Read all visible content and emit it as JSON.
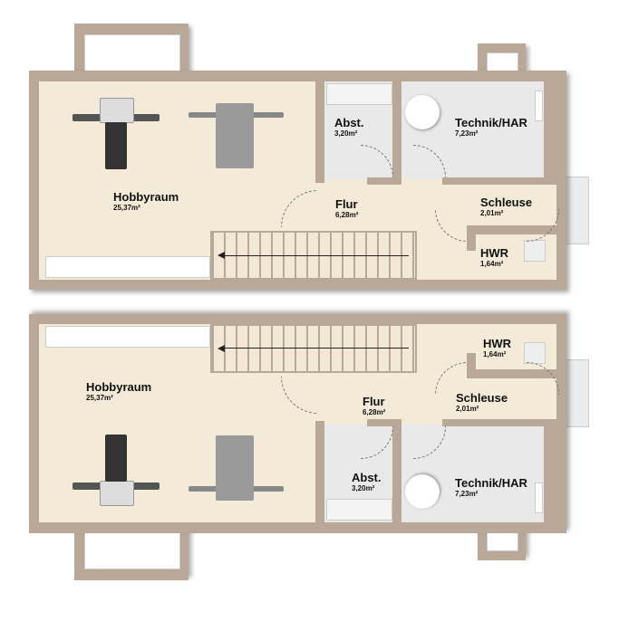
{
  "plans": [
    {
      "rooms": {
        "hobby": {
          "name": "Hobbyraum",
          "area": "25,37m²"
        },
        "flur": {
          "name": "Flur",
          "area": "6,28m²"
        },
        "abst": {
          "name": "Abst.",
          "area": "3,20m²"
        },
        "technik": {
          "name": "Technik/HAR",
          "area": "7,23m²"
        },
        "schleuse": {
          "name": "Schleuse",
          "area": "2,01m²"
        },
        "hwr": {
          "name": "HWR",
          "area": "1,64m²"
        }
      }
    },
    {
      "rooms": {
        "hobby": {
          "name": "Hobbyraum",
          "area": "25,37m²"
        },
        "flur": {
          "name": "Flur",
          "area": "6,28m²"
        },
        "abst": {
          "name": "Abst.",
          "area": "3,20m²"
        },
        "technik": {
          "name": "Technik/HAR",
          "area": "7,23m²"
        },
        "schleuse": {
          "name": "Schleuse",
          "area": "2,01m²"
        },
        "hwr": {
          "name": "HWR",
          "area": "1,64m²"
        }
      }
    }
  ]
}
